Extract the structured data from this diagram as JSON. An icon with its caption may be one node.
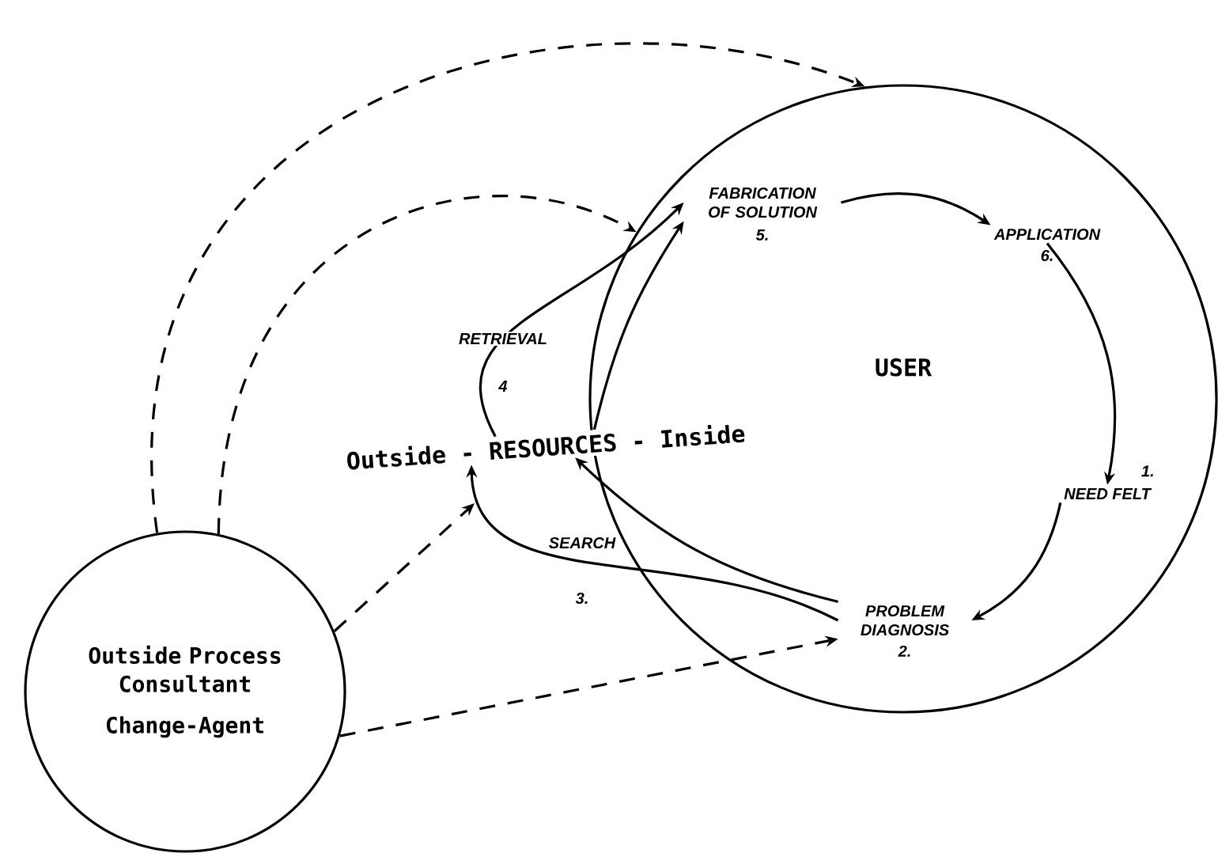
{
  "diagram": {
    "nodes": [
      {
        "text": [
          "Outside Process Consultant",
          "Change-Agent"
        ]
      },
      {
        "text": [
          "USER"
        ]
      },
      {
        "text": [
          "Outside - RESOURCES - Inside"
        ]
      },
      {
        "text": [
          "FABRICATION OF SOLUTION"
        ],
        "beside": [
          "5."
        ],
        "in": 1
      },
      {
        "text": [
          "APPLICATION"
        ],
        "beside": [
          "6."
        ],
        "in": 1
      },
      {
        "text": [
          "NEED FELT"
        ],
        "beside": [
          "1."
        ],
        "in": 1
      },
      {
        "text": [
          "PROBLEM DIAGNOSIS"
        ],
        "beside": [
          "2."
        ],
        "in": 1
      }
    ],
    "edges": [
      {
        "from": 0,
        "to": 1,
        "arrow": "to",
        "style": "dashed"
      },
      {
        "from": 0,
        "to": 1,
        "arrow": "to",
        "style": "dashed"
      },
      {
        "from": 0,
        "to": null,
        "arrow": "to",
        "style": "dashed"
      },
      {
        "from": 0,
        "to": 6,
        "arrow": "to",
        "style": "dashed"
      },
      {
        "from": 3,
        "to": 4,
        "arrow": "to"
      },
      {
        "from": 4,
        "to": 5,
        "arrow": "to"
      },
      {
        "from": 5,
        "to": 6,
        "arrow": "to"
      },
      {
        "from": 6,
        "to": 2,
        "arrow": "to"
      },
      {
        "from": 2,
        "to": 3,
        "arrow": "to"
      },
      {
        "from": 2,
        "to": 3,
        "arrow": "to",
        "label": "RETRIEVAL"
      },
      {
        "from": 6,
        "to": 2,
        "arrow": "to",
        "label": "SEARCH"
      }
    ],
    "labels": [
      "4",
      "3."
    ]
  }
}
